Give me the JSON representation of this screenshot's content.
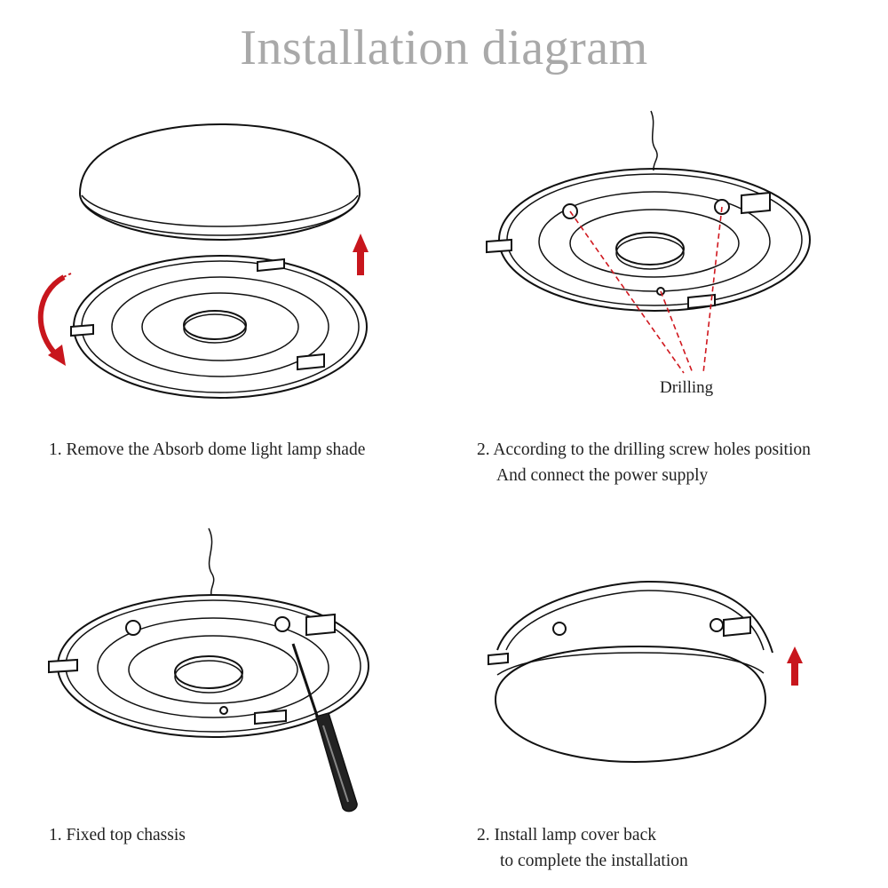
{
  "title": "Installation diagram",
  "colors": {
    "title": "#a9a9a9",
    "accent_red": "#c8161d",
    "line": "#111111"
  },
  "steps": [
    {
      "caption_lines": [
        "1. Remove the Absorb dome light lamp shade"
      ]
    },
    {
      "caption_lines": [
        "2. According to the drilling screw holes position",
        "And connect the power supply"
      ],
      "callout": "Drilling"
    },
    {
      "caption_lines": [
        "1. Fixed top chassis"
      ]
    },
    {
      "caption_lines": [
        "2. Install lamp cover back",
        "to complete the installation"
      ]
    }
  ],
  "icons": [
    "up-arrow-icon",
    "curved-rotate-arrow-icon",
    "screwdriver-icon"
  ]
}
